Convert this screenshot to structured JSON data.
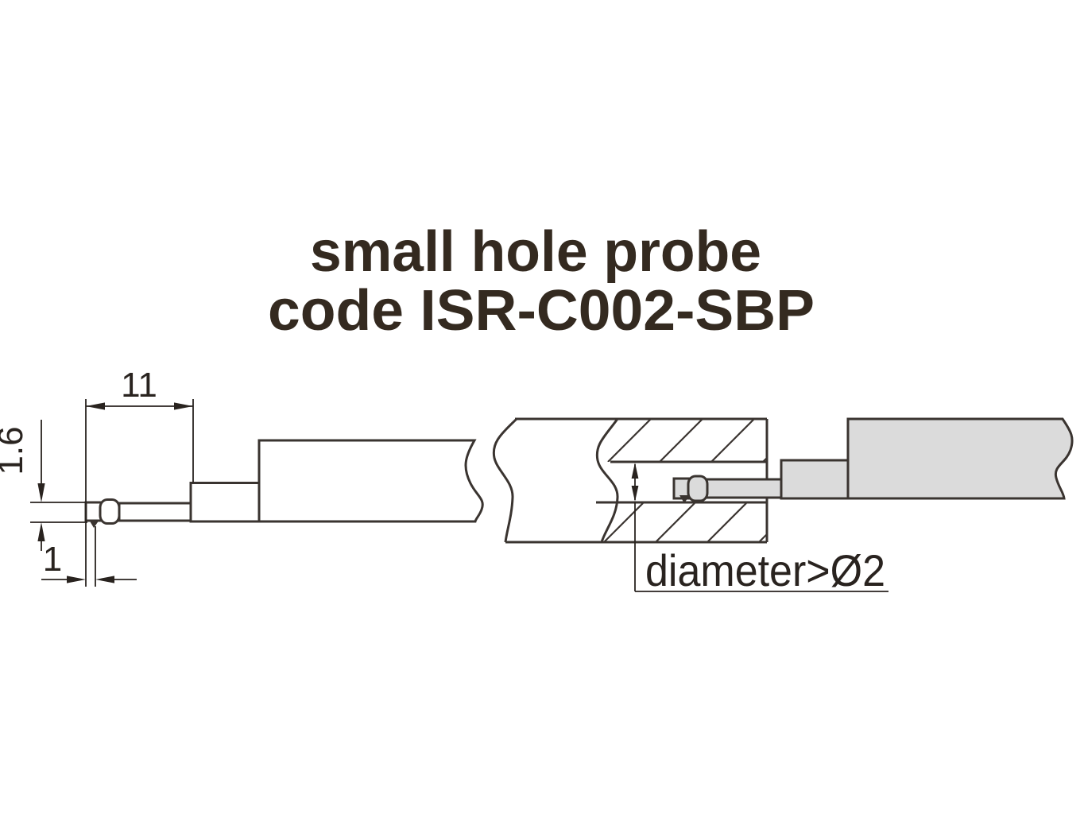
{
  "title": {
    "line1": "small hole probe",
    "line2": "code ISR-C002-SBP"
  },
  "left_view": {
    "dim_width": "11",
    "dim_tip_diameter": "1.6",
    "dim_tip_width": "1"
  },
  "right_view": {
    "hole_note": "diameter>Ø2"
  },
  "colors": {
    "background": "#ffffff",
    "line": "#3a3430",
    "dim": "#29231f",
    "title_text": "#342a20",
    "probe_fill": "#dbdbdb"
  }
}
